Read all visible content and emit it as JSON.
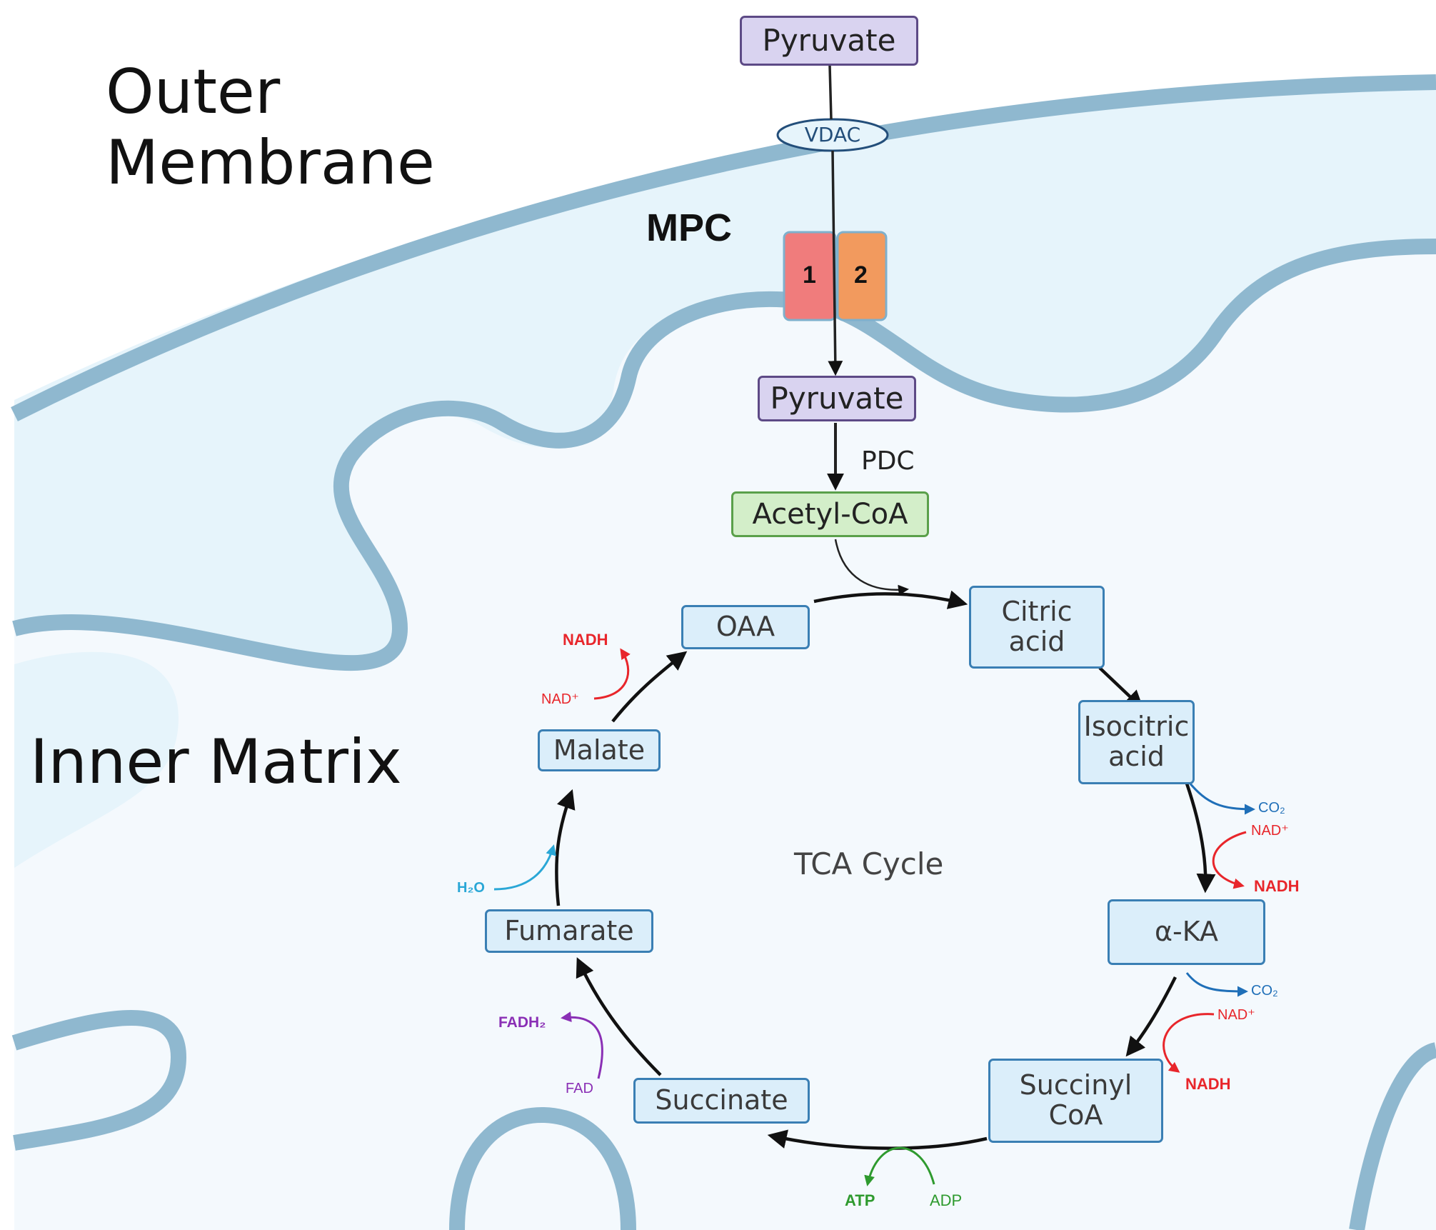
{
  "labels": {
    "outer_membrane_line1": "Outer",
    "outer_membrane_line2": "Membrane",
    "inner_matrix": "Inner Matrix",
    "mpc": "MPC",
    "mpc1": "1",
    "mpc2": "2",
    "vdac": "VDAC",
    "pdc": "PDC",
    "cycle_title": "TCA Cycle"
  },
  "nodes": {
    "pyruvate_cytosol": "Pyruvate",
    "pyruvate_matrix": "Pyruvate",
    "acetyl_coa": "Acetyl-CoA",
    "citric_line1": "Citric",
    "citric_line2": "acid",
    "isocitric_line1": "Isocitric",
    "isocitric_line2": "acid",
    "akg": "α-KA",
    "succinyl_line1": "Succinyl",
    "succinyl_line2": "CoA",
    "succinate": "Succinate",
    "fumarate": "Fumarate",
    "malate": "Malate",
    "oaa": "OAA"
  },
  "cofactors": {
    "co2_a": "CO₂",
    "nad_a": "NAD⁺",
    "nadh_a": "NADH",
    "co2_b": "CO₂",
    "nad_b": "NAD⁺",
    "nadh_b": "NADH",
    "atp": "ATP",
    "adp": "ADP",
    "fadh2": "FADH₂",
    "fad": "FAD",
    "h2o": "H₂O",
    "nad_c": "NAD⁺",
    "nadh_c": "NADH"
  },
  "colors": {
    "membrane": "#8fb8cf",
    "intermembrane": "#e6f4fb",
    "matrix": "#f4f9fd",
    "mpc1": "#f07c7c",
    "mpc2": "#f29a5e",
    "nadh": "#e8262b",
    "co2": "#1f6fb8",
    "atp": "#2e9a2e",
    "fad": "#8a2fb5",
    "h2o": "#2aa7d6"
  }
}
